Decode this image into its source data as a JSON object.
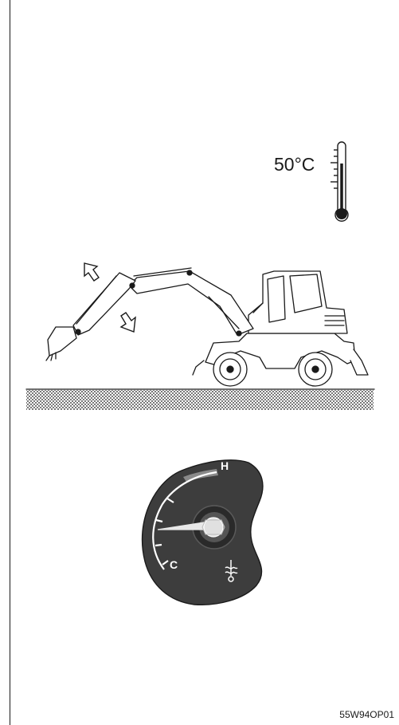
{
  "thermometer": {
    "temperature_label": "50°C"
  },
  "gauge": {
    "label_hot": "H",
    "label_cold": "C",
    "level_fraction": 0.5,
    "colors": {
      "face": "#3d3d3d",
      "hot_zone": "#8a8a8a",
      "marks": "#ffffff"
    }
  },
  "figure": {
    "code": "55W94OP01"
  },
  "icons": [
    "thermometer-icon",
    "coolant-temperature-icon",
    "arrow-up-icon",
    "arrow-down-icon"
  ]
}
